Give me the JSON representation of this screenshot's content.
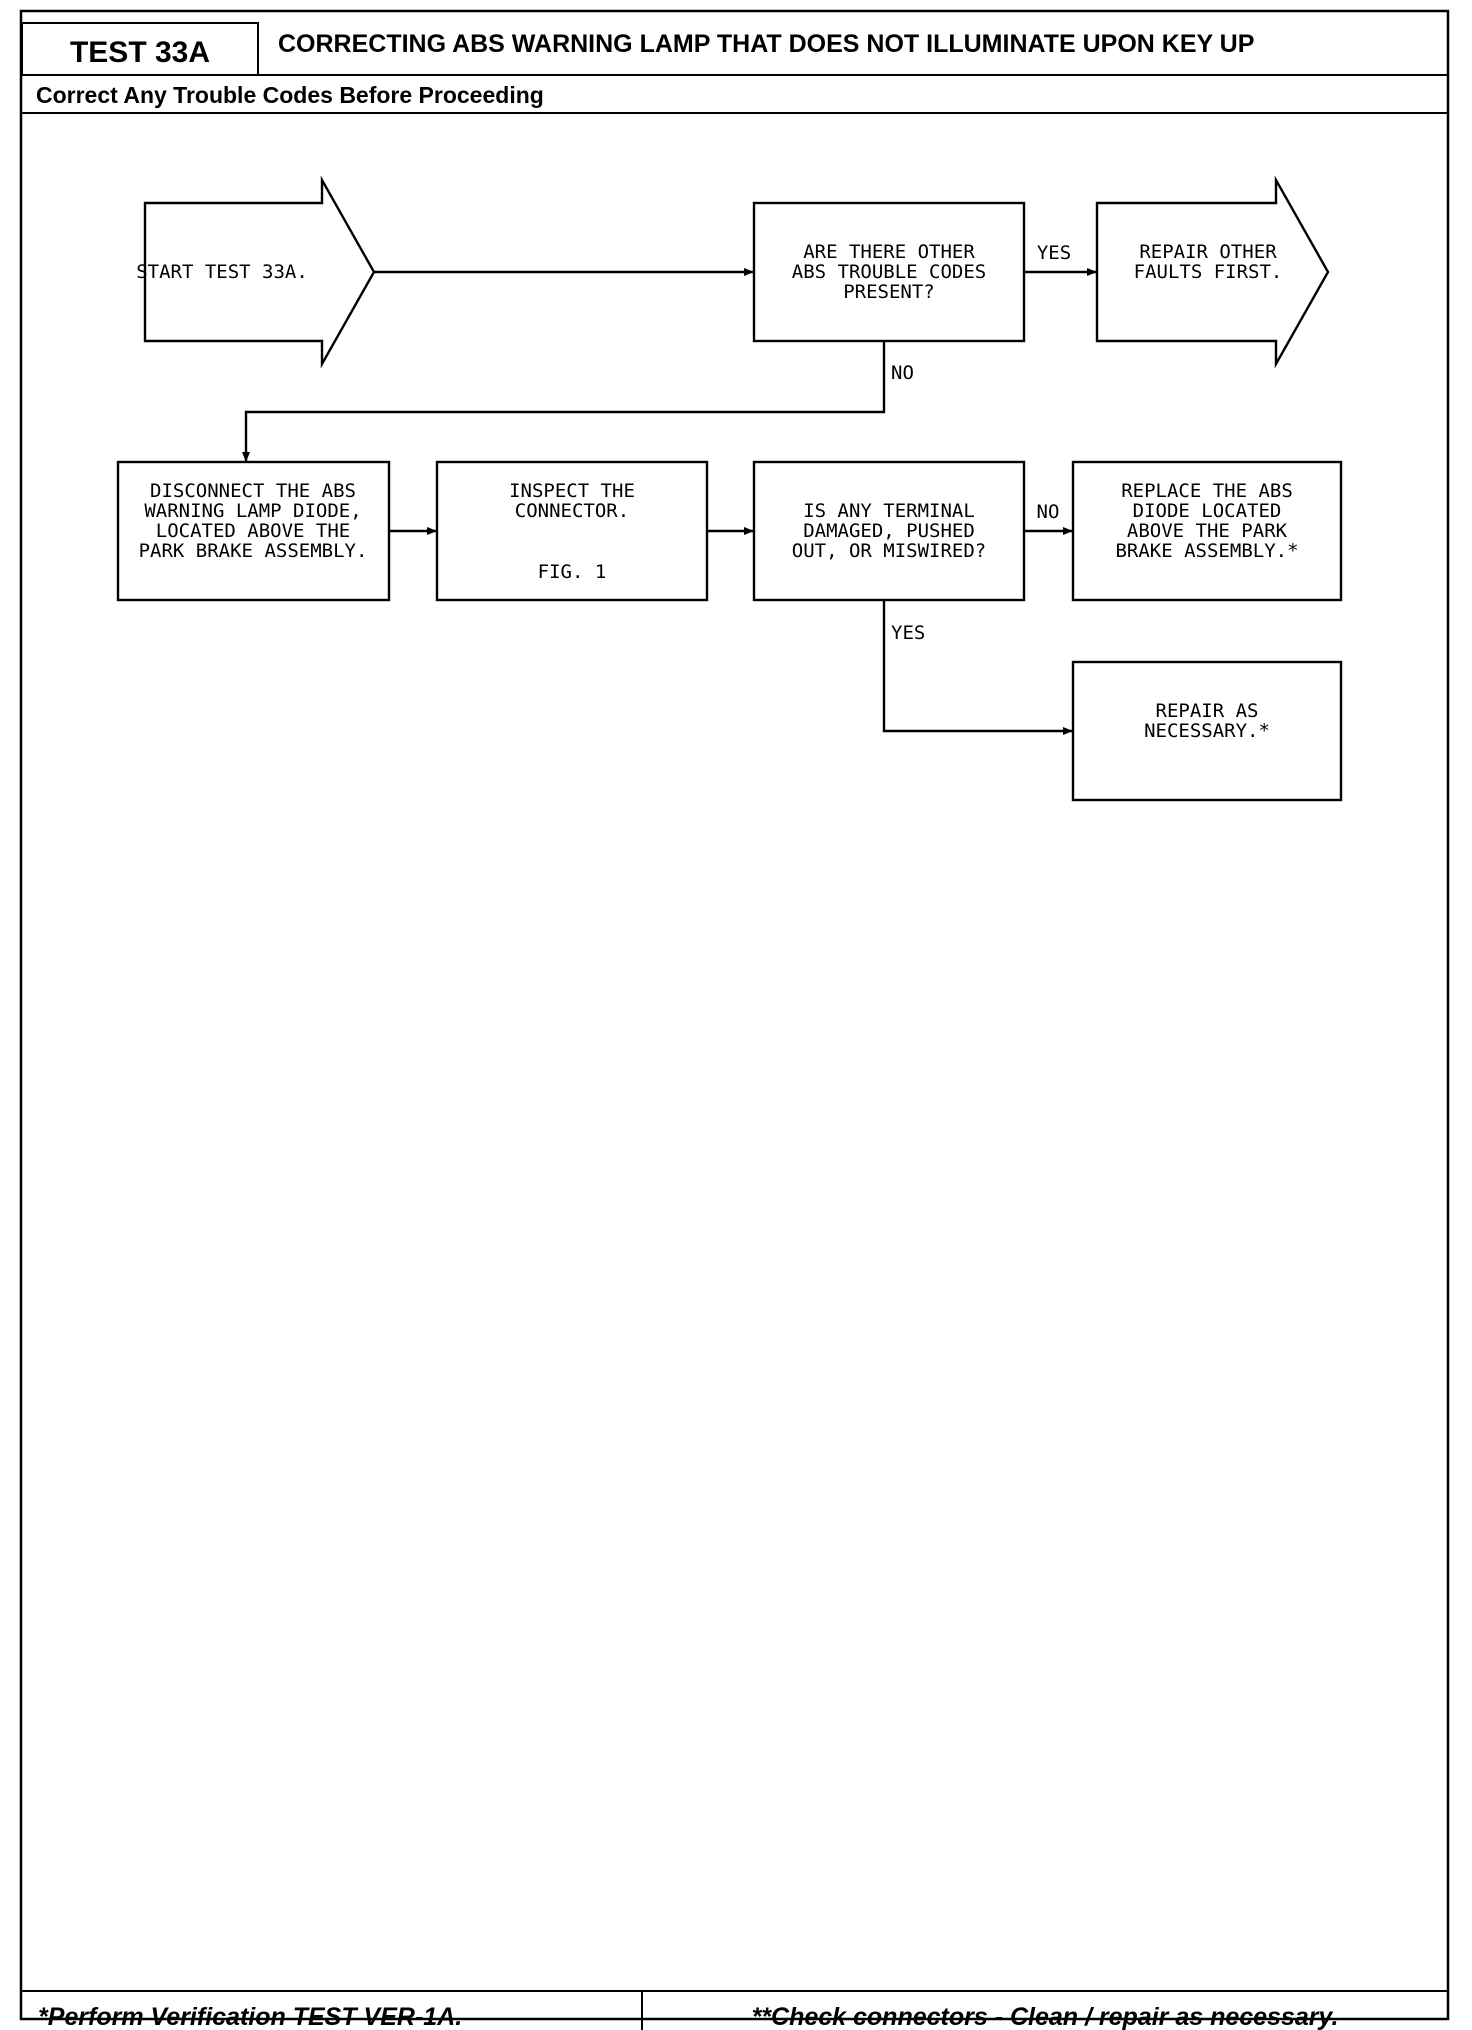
{
  "header": {
    "test_id": "TEST 33A",
    "title": "CORRECTING ABS WARNING LAMP THAT DOES NOT ILLUMINATE UPON KEY UP",
    "subtitle": "Correct Any Trouble Codes Before Proceeding"
  },
  "flowchart": {
    "start": {
      "lines": [
        "START TEST 33A."
      ]
    },
    "q_other_codes": {
      "lines": [
        "ARE THERE OTHER",
        "ABS TROUBLE CODES",
        "PRESENT?"
      ]
    },
    "repair_other": {
      "lines": [
        "REPAIR OTHER",
        "FAULTS FIRST."
      ]
    },
    "disconnect": {
      "lines": [
        "DISCONNECT THE ABS",
        "WARNING LAMP DIODE,",
        "LOCATED ABOVE THE",
        "PARK BRAKE ASSEMBLY."
      ]
    },
    "inspect": {
      "lines": [
        "INSPECT THE",
        "CONNECTOR."
      ],
      "fig": "FIG. 1"
    },
    "q_terminal": {
      "lines": [
        "IS ANY TERMINAL",
        "DAMAGED, PUSHED",
        "OUT, OR MISWIRED?"
      ]
    },
    "replace_diode": {
      "lines": [
        "REPLACE THE ABS",
        "DIODE LOCATED",
        "ABOVE THE PARK",
        "BRAKE ASSEMBLY.*"
      ]
    },
    "repair_as_needed": {
      "lines": [
        "REPAIR AS",
        "NECESSARY.*"
      ]
    },
    "labels": {
      "yes_1": "YES",
      "no_1": "NO",
      "no_2": "NO",
      "yes_2": "YES"
    }
  },
  "footer": {
    "left": "*Perform Verification TEST VER-1A.",
    "right": "**Check connectors - Clean / repair as necessary."
  }
}
